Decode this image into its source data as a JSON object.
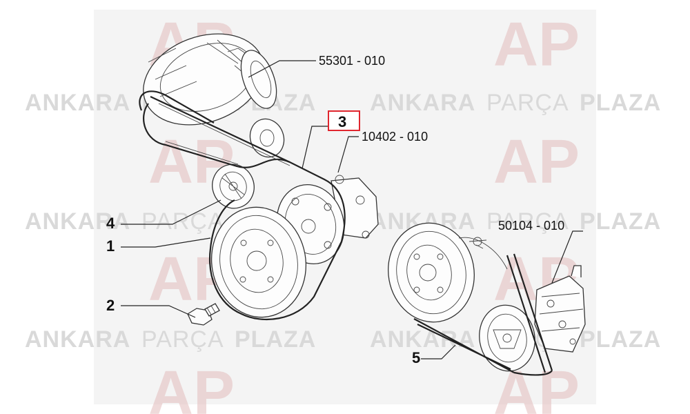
{
  "watermark": {
    "brand_part1": "ANKARA",
    "brand_part2": "PARÇA",
    "brand_part3": "PLAZA",
    "logo_glyph": "AP",
    "logo_color": "#e2bcbc",
    "text_color": "#d9d9d9"
  },
  "callouts": {
    "alternator": "55301 - 010",
    "belt": "3",
    "water_pump": "10402 - 010",
    "compressor": "50104 - 010"
  },
  "labels": {
    "idler": "4",
    "pulley": "1",
    "bolt": "2",
    "belt_2": "5"
  },
  "colors": {
    "highlight": "#e0262e",
    "panel": "#f4f4f4"
  }
}
